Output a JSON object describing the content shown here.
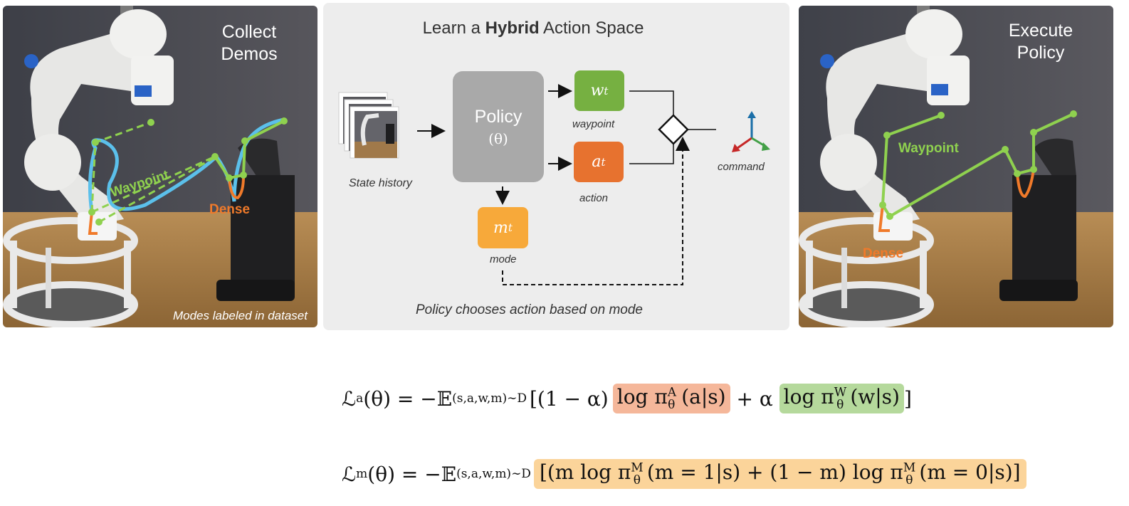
{
  "left_panel": {
    "title": "Collect\nDemos",
    "caption": "Modes labeled in dataset",
    "waypoint_label": "Waypoint",
    "dense_label": "Dense"
  },
  "right_panel": {
    "title": "Execute\nPolicy",
    "waypoint_label": "Waypoint",
    "dense_label": "Dense"
  },
  "diagram": {
    "title_prefix": "Learn a ",
    "title_bold": "Hybrid",
    "title_suffix": " Action Space",
    "state_history_label": "State history",
    "policy_label": "Policy",
    "policy_param": "(θ)",
    "waypoint_node": "w",
    "waypoint_sub": "t",
    "waypoint_label": "waypoint",
    "action_node": "a",
    "action_sub": "t",
    "action_label": "action",
    "mode_node": "m",
    "mode_sub": "t",
    "mode_label": "mode",
    "command_label": "command",
    "caption": "Policy chooses action based on mode"
  },
  "equations": {
    "action_loss_lhs": "ℒ",
    "action_loss_lhs_sub": "a",
    "action_loss_mid": "(θ) = −𝔼",
    "expect_sub": "(s,a,w,m)∼D",
    "action_open": "[(1 − α)",
    "action_term1": "log π",
    "action_term1_sup": "A",
    "action_term1_sub": "θ",
    "action_term1_arg": " (a|s)",
    "action_plus": " + α ",
    "action_term2": "log π",
    "action_term2_sup": "W",
    "action_term2_sub": "θ",
    "action_term2_arg": " (w|s)",
    "action_close": "]",
    "mode_loss_lhs": "ℒ",
    "mode_loss_lhs_sub": "m",
    "mode_loss_mid": "(θ) = −𝔼",
    "mode_open": "[(m log π",
    "mode_t1_sup": "M",
    "mode_t1_sub": "θ",
    "mode_t1_arg": " (m = 1|s) + (1 − m) log π",
    "mode_t2_sup": "M",
    "mode_t2_sub": "θ",
    "mode_t2_arg": " (m = 0|s)]"
  },
  "colors": {
    "waypoint_green": "#8fd14f",
    "dense_orange": "#f07a2a",
    "demo_blue": "#5bc0eb",
    "panel_gray": "#ededed"
  }
}
